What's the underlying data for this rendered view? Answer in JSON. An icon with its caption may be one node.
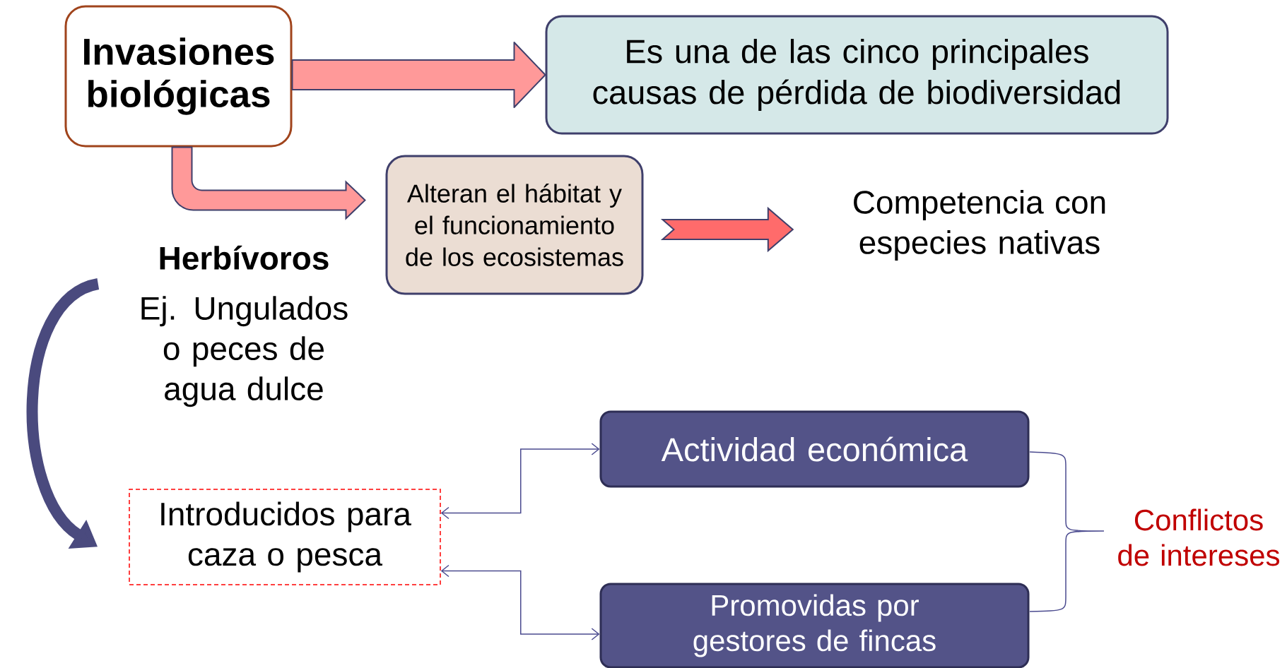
{
  "diagram": {
    "nodes": [
      {
        "text": [
          "Invasiones biológicas"
        ]
      },
      {
        "text": [
          "Es una de las cinco principales causas de pérdida de biodiversidad"
        ]
      },
      {
        "text": [
          "Alteran el hábitat y el funcionamiento de los ecosistemas"
        ]
      },
      {
        "text": [
          "Competencia con especies nativas"
        ]
      },
      {
        "text": [
          "Herbívoros",
          "Ej. Ungulados o peces de agua dulce"
        ]
      },
      {
        "text": [
          "Introducidos para caza o pesca"
        ]
      },
      {
        "text": [
          "Actividad económica"
        ]
      },
      {
        "text": [
          "Promovidas por gestores de fincas"
        ]
      }
    ],
    "edges": [
      {
        "from": 0,
        "to": 1,
        "arrow": "to",
        "style": "thick",
        "color": "#ff9999"
      },
      {
        "from": 0,
        "to": 2,
        "arrow": "to",
        "style": "thick",
        "color": "#ff9999"
      },
      {
        "from": 2,
        "to": 3,
        "arrow": "to",
        "style": "thick",
        "color": "#ff6b6b"
      },
      {
        "from": 4,
        "to": 5,
        "arrow": "to",
        "style": "thick",
        "color": "#4a4a7e"
      },
      {
        "from": 6,
        "to": 5,
        "arrow": "both"
      },
      {
        "from": 7,
        "to": 5,
        "arrow": "both"
      }
    ],
    "labels": [
      "Conflictos de intereses"
    ]
  }
}
